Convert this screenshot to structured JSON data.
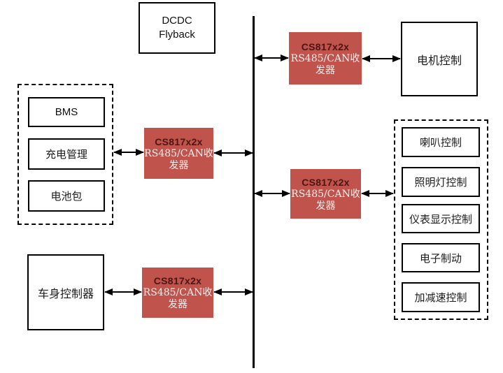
{
  "diagram": {
    "dcdc_box": {
      "line1": "DCDC",
      "line2": "Flyback"
    },
    "motor_box": {
      "label": "电机控制"
    },
    "body_controller_box": {
      "label": "车身控制器"
    },
    "battery_group": {
      "items": [
        {
          "label": "BMS"
        },
        {
          "label": "充电管理"
        },
        {
          "label": "电池包"
        }
      ]
    },
    "control_group": {
      "items": [
        {
          "label": "喇叭控制"
        },
        {
          "label": "照明灯控制"
        },
        {
          "label": "仪表显示控制"
        },
        {
          "label": "电子制动"
        },
        {
          "label": "加减速控制"
        }
      ]
    },
    "transceiver": {
      "title": "CS817x2x",
      "subtitle_line1": "RS485/CAN收",
      "subtitle_line2": "发器"
    },
    "colors": {
      "transceiver_bg": "#c0534c",
      "transceiver_title": "#4a1612",
      "transceiver_subtitle": "#f8efee",
      "line_color": "#000000",
      "box_border": "#000000",
      "box_bg": "#ffffff"
    }
  }
}
